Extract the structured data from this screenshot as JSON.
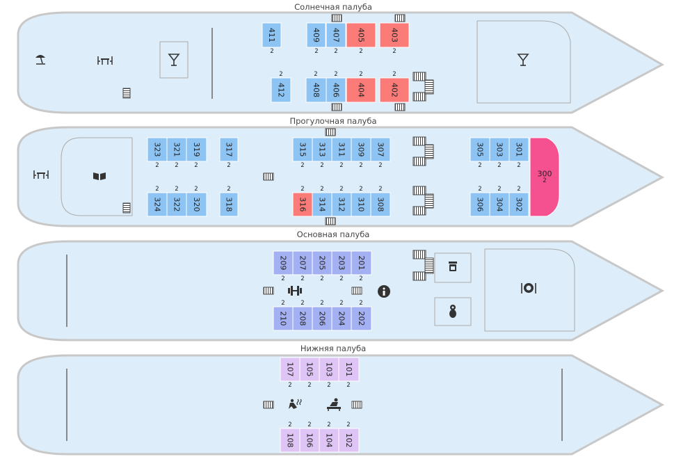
{
  "colors": {
    "hull_fill": "#ddeefa",
    "hull_stroke": "#c8c8c8",
    "standard": "#8dc4f4",
    "booked": "#fa7b78",
    "suite": "#f5508f",
    "main_deck": "#a3b0f2",
    "lower_deck": "#dfc4f6",
    "zone": "#ffffff"
  },
  "decks": [
    {
      "title": "Солнечная палуба",
      "cabins": [
        {
          "num": "411",
          "cap": "2",
          "status": "standard"
        },
        {
          "num": "409",
          "cap": "2",
          "status": "standard"
        },
        {
          "num": "407",
          "cap": "2",
          "status": "standard"
        },
        {
          "num": "405",
          "cap": "2",
          "status": "booked"
        },
        {
          "num": "403",
          "cap": "2",
          "status": "booked"
        },
        {
          "num": "412",
          "cap": "2",
          "status": "standard"
        },
        {
          "num": "408",
          "cap": "2",
          "status": "standard"
        },
        {
          "num": "406",
          "cap": "2",
          "status": "standard"
        },
        {
          "num": "404",
          "cap": "2",
          "status": "booked"
        },
        {
          "num": "402",
          "cap": "2",
          "status": "booked"
        }
      ],
      "icons": [
        "beach-umbrella-icon",
        "outdoor-cafe-icon",
        "cocktail-icon",
        "stairs-icon",
        "cocktail-bar-icon"
      ]
    },
    {
      "title": "Прогулочная палуба",
      "cabins": [
        {
          "num": "323",
          "cap": "2",
          "status": "standard"
        },
        {
          "num": "321",
          "cap": "2",
          "status": "standard"
        },
        {
          "num": "319",
          "cap": "2",
          "status": "standard"
        },
        {
          "num": "317",
          "cap": "2",
          "status": "standard"
        },
        {
          "num": "315",
          "cap": "2",
          "status": "standard"
        },
        {
          "num": "313",
          "cap": "2",
          "status": "standard"
        },
        {
          "num": "311",
          "cap": "2",
          "status": "standard"
        },
        {
          "num": "309",
          "cap": "2",
          "status": "standard"
        },
        {
          "num": "307",
          "cap": "2",
          "status": "standard"
        },
        {
          "num": "305",
          "cap": "2",
          "status": "standard"
        },
        {
          "num": "303",
          "cap": "2",
          "status": "standard"
        },
        {
          "num": "301",
          "cap": "2",
          "status": "standard"
        },
        {
          "num": "324",
          "cap": "2",
          "status": "standard"
        },
        {
          "num": "322",
          "cap": "2",
          "status": "standard"
        },
        {
          "num": "320",
          "cap": "2",
          "status": "standard"
        },
        {
          "num": "318",
          "cap": "2",
          "status": "standard"
        },
        {
          "num": "316",
          "cap": "2",
          "status": "booked"
        },
        {
          "num": "314",
          "cap": "2",
          "status": "standard"
        },
        {
          "num": "312",
          "cap": "2",
          "status": "standard"
        },
        {
          "num": "310",
          "cap": "2",
          "status": "standard"
        },
        {
          "num": "308",
          "cap": "2",
          "status": "standard"
        },
        {
          "num": "306",
          "cap": "2",
          "status": "standard"
        },
        {
          "num": "304",
          "cap": "2",
          "status": "standard"
        },
        {
          "num": "302",
          "cap": "2",
          "status": "standard"
        },
        {
          "num": "300",
          "cap": "2",
          "status": "suite"
        }
      ],
      "icons": [
        "restaurant-icon",
        "library-icon",
        "stairs-icon"
      ]
    },
    {
      "title": "Основная палуба",
      "cabins": [
        {
          "num": "209",
          "cap": "2",
          "status": "main"
        },
        {
          "num": "207",
          "cap": "2",
          "status": "main"
        },
        {
          "num": "205",
          "cap": "2",
          "status": "main"
        },
        {
          "num": "203",
          "cap": "2",
          "status": "main"
        },
        {
          "num": "201",
          "cap": "2",
          "status": "main"
        },
        {
          "num": "210",
          "cap": "2",
          "status": "main"
        },
        {
          "num": "208",
          "cap": "2",
          "status": "main"
        },
        {
          "num": "206",
          "cap": "2",
          "status": "main"
        },
        {
          "num": "204",
          "cap": "2",
          "status": "main"
        },
        {
          "num": "202",
          "cap": "2",
          "status": "main"
        }
      ],
      "icons": [
        "gym-icon",
        "info-icon",
        "coffee-icon",
        "restaurant-plate-icon",
        "kids-room-icon"
      ]
    },
    {
      "title": "Нижняя палуба",
      "cabins": [
        {
          "num": "107",
          "cap": "2",
          "status": "lower"
        },
        {
          "num": "105",
          "cap": "2",
          "status": "lower"
        },
        {
          "num": "103",
          "cap": "2",
          "status": "lower"
        },
        {
          "num": "101",
          "cap": "2",
          "status": "lower"
        },
        {
          "num": "108",
          "cap": "2",
          "status": "lower"
        },
        {
          "num": "106",
          "cap": "2",
          "status": "lower"
        },
        {
          "num": "104",
          "cap": "2",
          "status": "lower"
        },
        {
          "num": "102",
          "cap": "2",
          "status": "lower"
        }
      ],
      "icons": [
        "sauna-icon",
        "massage-icon"
      ]
    }
  ]
}
